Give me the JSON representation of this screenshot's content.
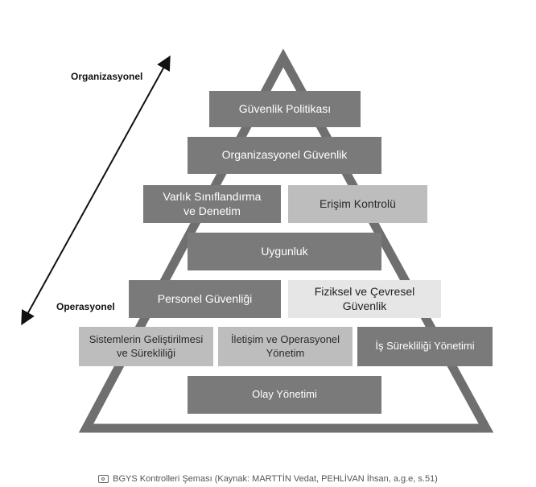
{
  "levels": {
    "top": "Organizasyonel",
    "bottom": "Operasyonel"
  },
  "boxes": {
    "guvenlik_politikasi": "Güvenlik Politikası",
    "organizasyonel_guvenlik": "Organizasyonel Güvenlik",
    "varlik_siniflandirma": "Varlık Sınıflandırma ve Denetim",
    "erisim_kontrolu": "Erişim Kontrolü",
    "uygunluk": "Uygunluk",
    "personel_guvenligi": "Personel Güvenliği",
    "fiziksel_cevresel": "Fiziksel ve Çevresel Güvenlik",
    "sistem_gelistirme": "Sistemlerin Geliştirilmesi ve Sürekliliği",
    "iletisim_operasyonel": "İletişim ve Operasyonel Yönetim",
    "is_surekliligi": "İş Sürekliliği Yönetimi",
    "olay_yonetimi": "Olay Yönetimi"
  },
  "caption": "BGYS Kontrolleri Şeması (Kaynak: MARTTİN Vedat, PEHLİVAN İhsan, a.g.e, s.51)",
  "caption_icon": "image-icon",
  "colors": {
    "triangle": "#6f6f6f",
    "dark_box": "#7a7a7a",
    "mid_box": "#bdbdbd",
    "light_box": "#e6e6e6"
  }
}
